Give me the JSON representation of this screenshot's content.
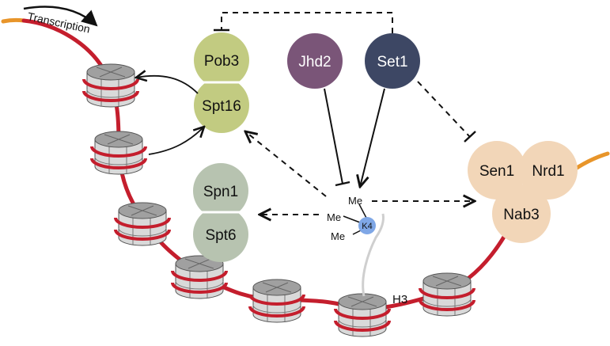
{
  "labels": {
    "transcription": "Transcription",
    "h3": "H3",
    "k4": "K4",
    "me": "Me"
  },
  "proteins": {
    "pob3": "Pob3",
    "spt16": "Spt16",
    "spn1": "Spn1",
    "spt6": "Spt6",
    "jhd2": "Jhd2",
    "set1": "Set1",
    "sen1": "Sen1",
    "nrd1": "Nrd1",
    "nab3": "Nab3"
  },
  "colors": {
    "dna": "#c41e2d",
    "rna": "#e8952a",
    "pob3_spt16": "#c2cb81",
    "spn1_spt6": "#b7c3b0",
    "jhd2": "#7a5578",
    "set1": "#3d4764",
    "nnab": "#f2d6b8",
    "k4": "#7fa7e6",
    "nucleosome_top": "#a0a0a0",
    "nucleosome_side": "#d9d9d9"
  }
}
